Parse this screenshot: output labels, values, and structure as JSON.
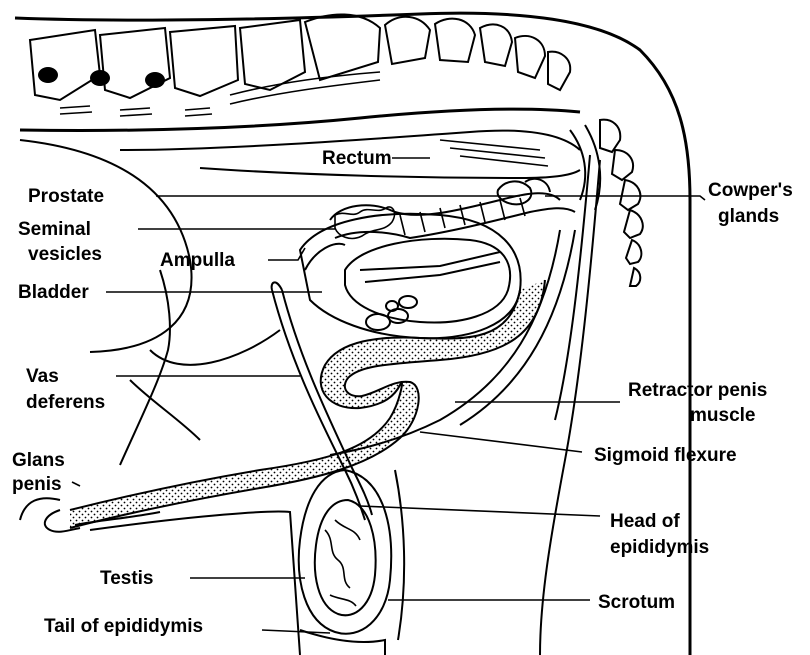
{
  "labels": {
    "rectum": "Rectum",
    "prostate": "Prostate",
    "cowpers_line1": "Cowper's",
    "cowpers_line2": "glands",
    "seminal_line1": "Seminal",
    "seminal_line2": "vesicles",
    "ampulla": "Ampulla",
    "bladder": "Bladder",
    "vas_line1": "Vas",
    "vas_line2": "deferens",
    "retractor_line1": "Retractor penis",
    "retractor_line2": "muscle",
    "glans_line1": "Glans",
    "glans_line2": "penis",
    "sigmoid": "Sigmoid flexure",
    "head_epi_line1": "Head of",
    "head_epi_line2": "epididymis",
    "testis": "Testis",
    "scrotum": "Scrotum",
    "tail_epi": "Tail of epididymis"
  }
}
